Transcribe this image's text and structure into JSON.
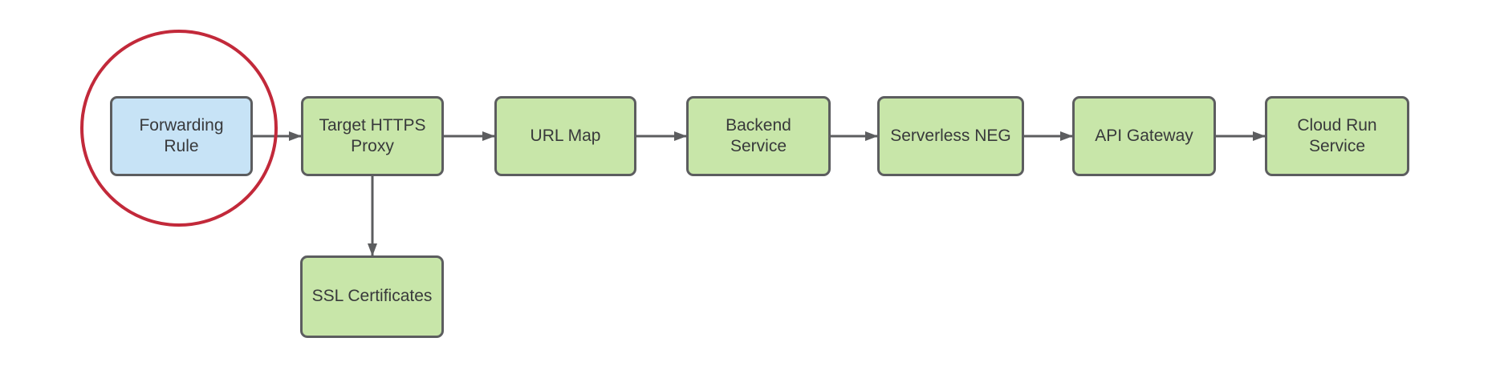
{
  "colors": {
    "background": "#ffffff",
    "node_fill_green": "#c8e6a9",
    "node_fill_blue": "#c7e3f6",
    "node_border": "#5c5d5f",
    "edge": "#5c5d5f",
    "text": "#38393b",
    "highlight": "#c2293a"
  },
  "diagram": {
    "type": "flowchart",
    "nodes": [
      {
        "id": "forwarding-rule",
        "label": "Forwarding Rule",
        "fill": "blue",
        "highlighted": true
      },
      {
        "id": "target-https-proxy",
        "label": "Target HTTPS Proxy",
        "fill": "green",
        "highlighted": false
      },
      {
        "id": "url-map",
        "label": "URL Map",
        "fill": "green",
        "highlighted": false
      },
      {
        "id": "backend-service",
        "label": "Backend Service",
        "fill": "green",
        "highlighted": false
      },
      {
        "id": "serverless-neg",
        "label": "Serverless NEG",
        "fill": "green",
        "highlighted": false
      },
      {
        "id": "api-gateway",
        "label": "API Gateway",
        "fill": "green",
        "highlighted": false
      },
      {
        "id": "cloud-run-service",
        "label": "Cloud Run Service",
        "fill": "green",
        "highlighted": false
      },
      {
        "id": "ssl-certificates",
        "label": "SSL Certificates",
        "fill": "green",
        "highlighted": false
      }
    ],
    "edges": [
      {
        "from": "forwarding-rule",
        "to": "target-https-proxy",
        "direction": "right"
      },
      {
        "from": "target-https-proxy",
        "to": "url-map",
        "direction": "right"
      },
      {
        "from": "url-map",
        "to": "backend-service",
        "direction": "right"
      },
      {
        "from": "backend-service",
        "to": "serverless-neg",
        "direction": "right"
      },
      {
        "from": "serverless-neg",
        "to": "api-gateway",
        "direction": "right"
      },
      {
        "from": "api-gateway",
        "to": "cloud-run-service",
        "direction": "right"
      },
      {
        "from": "target-https-proxy",
        "to": "ssl-certificates",
        "direction": "down"
      }
    ],
    "annotation": {
      "shape": "circle",
      "meaning": "highlight around Forwarding Rule node"
    }
  }
}
